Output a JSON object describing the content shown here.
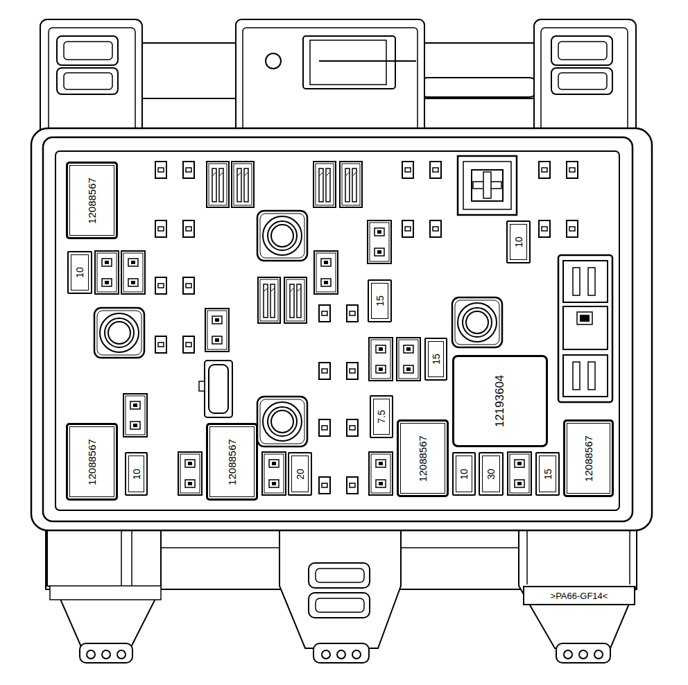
{
  "diagram": {
    "nodes": [
      {
        "text": [
          "12088567"
        ]
      },
      {
        "text": [
          "10"
        ]
      },
      {
        "text": [
          "10"
        ]
      },
      {
        "text": [
          "15"
        ]
      },
      {
        "text": [
          "15"
        ]
      },
      {
        "text": [
          "12193604"
        ]
      },
      {
        "text": [
          "7.5"
        ]
      },
      {
        "text": [
          "12088567"
        ]
      },
      {
        "text": [
          "12088567"
        ]
      },
      {
        "text": [
          "12088567"
        ]
      },
      {
        "text": [
          "12088567"
        ]
      },
      {
        "text": [
          "10"
        ]
      },
      {
        "text": [
          "20"
        ]
      },
      {
        "text": [
          "10"
        ]
      },
      {
        "text": [
          "30"
        ]
      },
      {
        "text": [
          "15"
        ]
      }
    ],
    "labels": [
      ">PA66-GF14<"
    ]
  }
}
